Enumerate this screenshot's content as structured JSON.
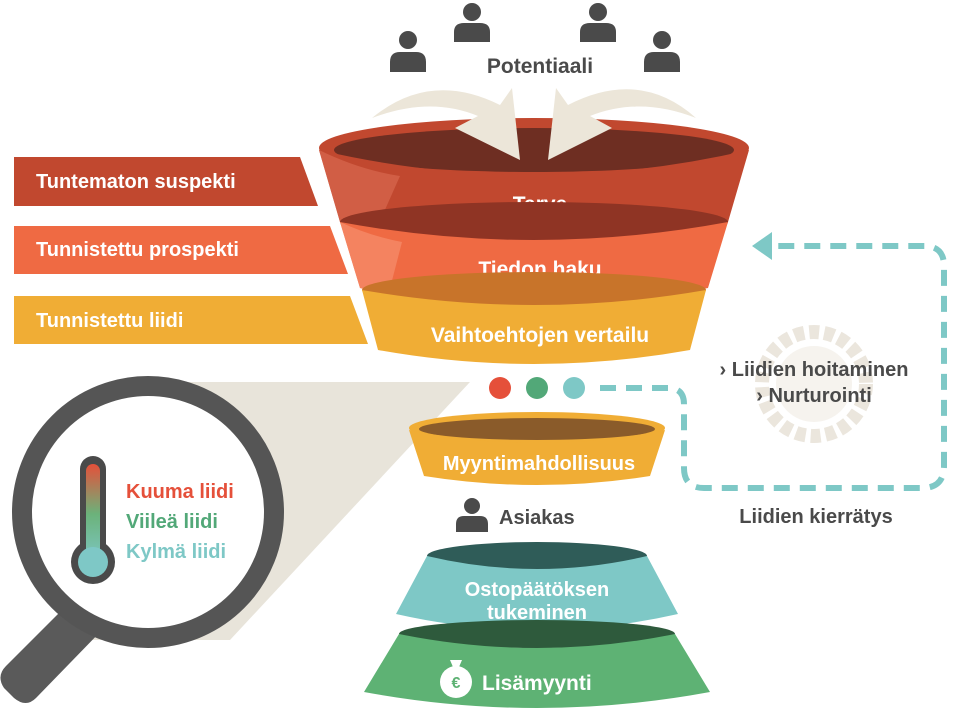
{
  "potential_label": "Potentiaali",
  "stages": {
    "need": "Tarve",
    "info_search": "Tiedon haku",
    "comparison": "Vaihtoehtojen vertailu",
    "sales_opportunity": "Myyntimahdollisuus",
    "purchase_support_line1": "Ostopäätöksen",
    "purchase_support_line2": "tukeminen",
    "upsell": "Lisämyynti"
  },
  "side_labels": {
    "unknown_suspect": "Tuntematon suspekti",
    "identified_prospect": "Tunnistettu prospekti",
    "identified_lead": "Tunnistettu liidi"
  },
  "lead_temperature": {
    "hot": "Kuuma liidi",
    "cool": "Viileä liidi",
    "cold": "Kylmä liidi"
  },
  "customer_label": "Asiakas",
  "nurturing": {
    "line1": "› Liidien hoitaminen",
    "line2": "› Nurturointi"
  },
  "recycling_label": "Liidien kierrätys",
  "currency_symbol": "€",
  "colors": {
    "dark_red": "#c1482f",
    "orange_red": "#ef6a43",
    "yellow": "#f0ad35",
    "teal": "#7ec8c6",
    "green": "#5eb274",
    "dark_gray": "#4d4d4d",
    "beige": "#e8e4da",
    "dot_red": "#e5503a",
    "dot_green": "#52a878",
    "dot_teal": "#7ec8c6"
  }
}
